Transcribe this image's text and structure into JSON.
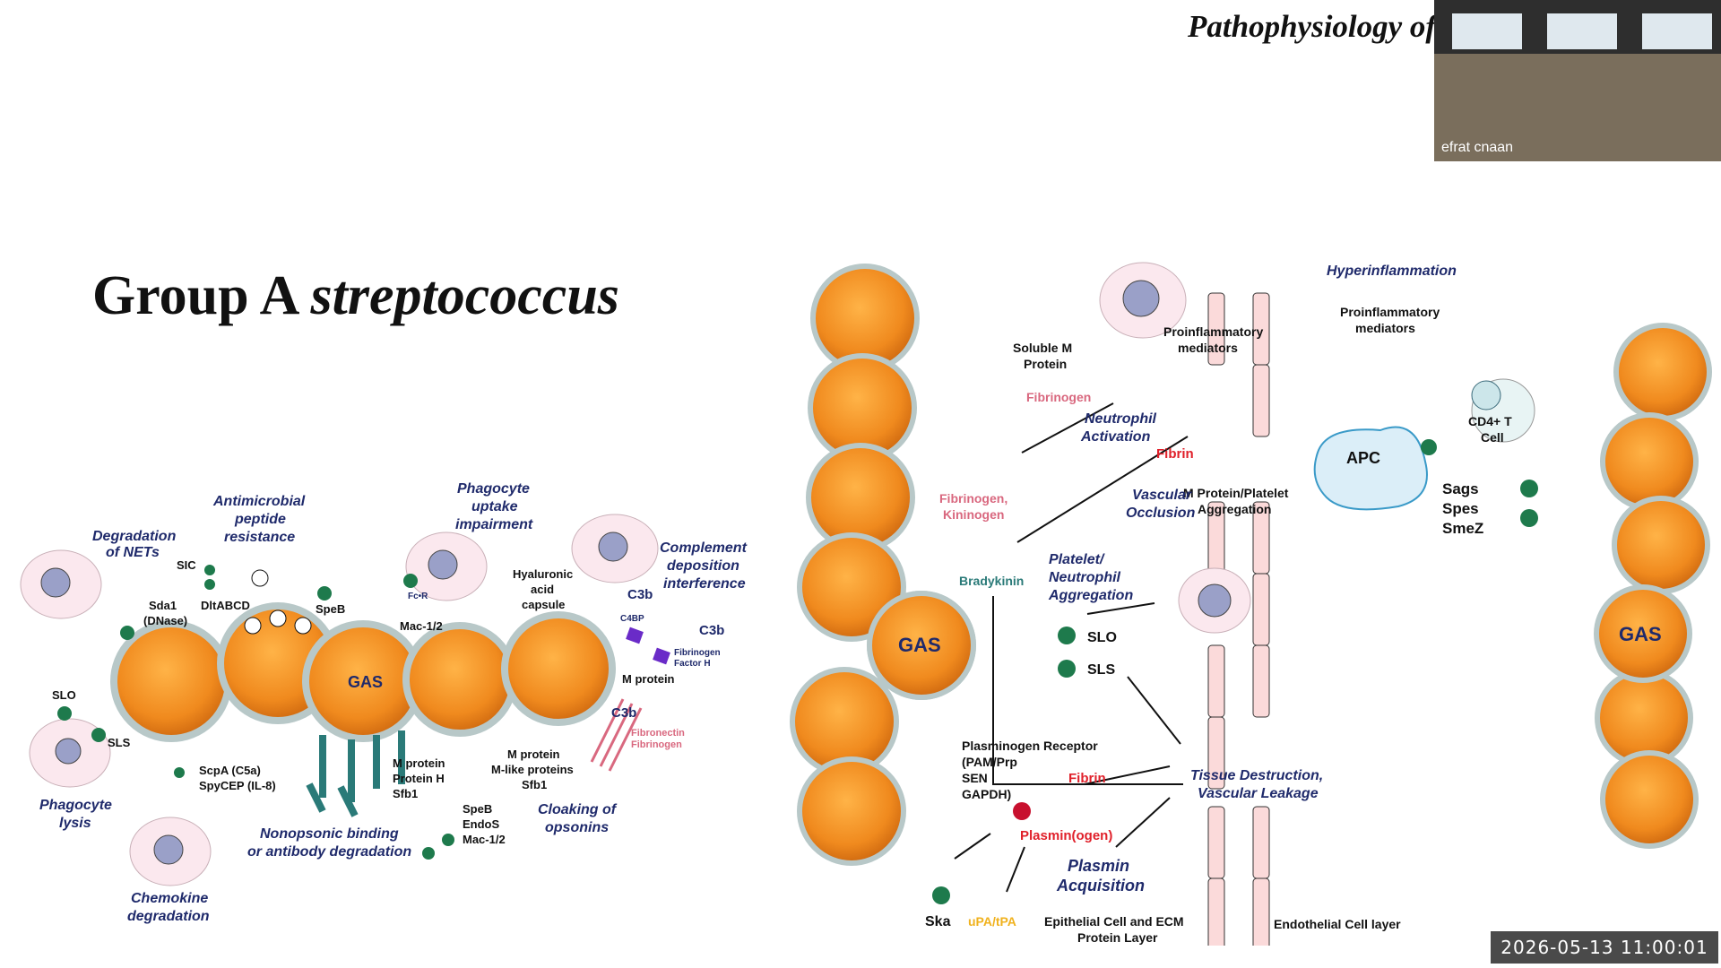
{
  "slide": {
    "title_plain": "Group A ",
    "title_italic": "streptococcus",
    "header": "Pathophysiology of"
  },
  "webcam": {
    "name": "efrat cnaan"
  },
  "timestamp": "2026-05-13 11:00:01",
  "left_figure": {
    "gas": "GAS",
    "degradation_nets": [
      "Degradation",
      "of NETs"
    ],
    "sic": "SIC",
    "dltabcd": "DltABCD",
    "sda1": [
      "Sda1",
      "(DNase)"
    ],
    "amp": [
      "Antimicrobial",
      "peptide",
      "resistance"
    ],
    "speb": "SpeB",
    "phago_uptake": [
      "Phagocyte",
      "uptake",
      "impairment"
    ],
    "fcr": "Fc•R",
    "mac": "Mac-1/2",
    "hyaluronic": [
      "Hyaluronic",
      "acid",
      "capsule"
    ],
    "c3b": "C3b",
    "complement": [
      "Complement",
      "deposition",
      "interference"
    ],
    "c4bp": "C4BP",
    "fib_factorh": [
      "Fibrinogen",
      "Factor H"
    ],
    "mprotein": "M protein",
    "slo": "SLO",
    "sls": "SLS",
    "phago_lysis": [
      "Phagocyte",
      "lysis"
    ],
    "scpa": [
      "ScpA (C5a)",
      "SpyCEP (IL-8)"
    ],
    "chemokine": [
      "Chemokine",
      "degradation"
    ],
    "mph": [
      "M protein",
      "Protein H",
      "Sfb1"
    ],
    "nonopsonic": [
      "Nonopsonic binding",
      "or antibody degradation"
    ],
    "spebendo": [
      "SpeB",
      "EndoS",
      "Mac-1/2"
    ],
    "mlike": [
      "M protein",
      "M-like proteins",
      "Sfb1"
    ],
    "cloaking": [
      "Cloaking of",
      "opsonins"
    ],
    "fibronectin": [
      "Fibronectin",
      "Fibrinogen"
    ]
  },
  "right_figure": {
    "gas": "GAS",
    "soluble_m": [
      "Soluble M",
      "Protein"
    ],
    "fibrinogen": "Fibrinogen",
    "proinflam": [
      "Proinflammatory",
      "mediators"
    ],
    "neutrophil": [
      "Neutrophil",
      "Activation"
    ],
    "fibrin": "Fibrin",
    "mpp": [
      "M Protein/Platelet",
      "Aggregation"
    ],
    "fib_kin": [
      "Fibrinogen,",
      "Kininogen"
    ],
    "vascular": [
      "Vascular",
      "Occlusion"
    ],
    "bradykinin": "Bradykinin",
    "platelet": [
      "Platelet/",
      "Neutrophil",
      "Aggregation"
    ],
    "slo": "SLO",
    "sls": "SLS",
    "hyperinflam": "Hyperinflammation",
    "apc": "APC",
    "cd4": [
      "CD4+ T",
      "Cell"
    ],
    "sags": [
      "Sags",
      "Spes",
      "SmeZ"
    ],
    "plasminogen": [
      "Plasminogen Receptor",
      "(PAM/Prp",
      "SEN",
      "GAPDH)"
    ],
    "fibrin2": "Fibrin",
    "plasmin": "Plasmin(ogen)",
    "tissue": [
      "Tissue Destruction,",
      "Vascular Leakage"
    ],
    "plasmin_acq": [
      "Plasmin",
      "Acquisition"
    ],
    "ska": "Ska",
    "upa": "uPA/tPA",
    "epithelial": [
      "Epithelial Cell and ECM",
      "Protein Layer"
    ],
    "endothelial": "Endothelial Cell layer"
  },
  "colors": {
    "orange": "#f08a1e",
    "navy": "#1f2a6b",
    "green": "#1e7a4c",
    "teal": "#3a8a8a",
    "pink": "#d9687f",
    "red": "#e0202a"
  }
}
